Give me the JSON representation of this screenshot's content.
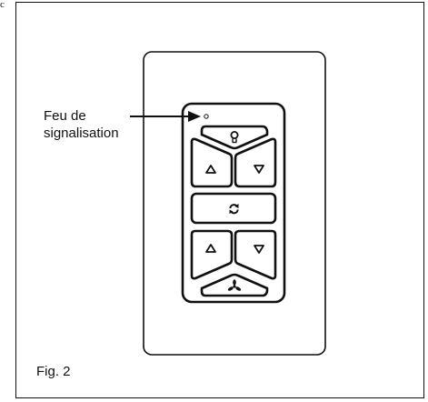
{
  "corner_mark": "c",
  "callout": {
    "line1": "Feu de",
    "line2": "signalisation"
  },
  "figure_label": "Fig. 2",
  "icons": [
    "light-bulb-icon",
    "triangle-up-icon",
    "triangle-down-icon",
    "cycle-icon",
    "triangle-up-icon",
    "triangle-down-icon",
    "fan-icon"
  ],
  "colors": {
    "stroke": "#111111",
    "background": "#ffffff"
  }
}
